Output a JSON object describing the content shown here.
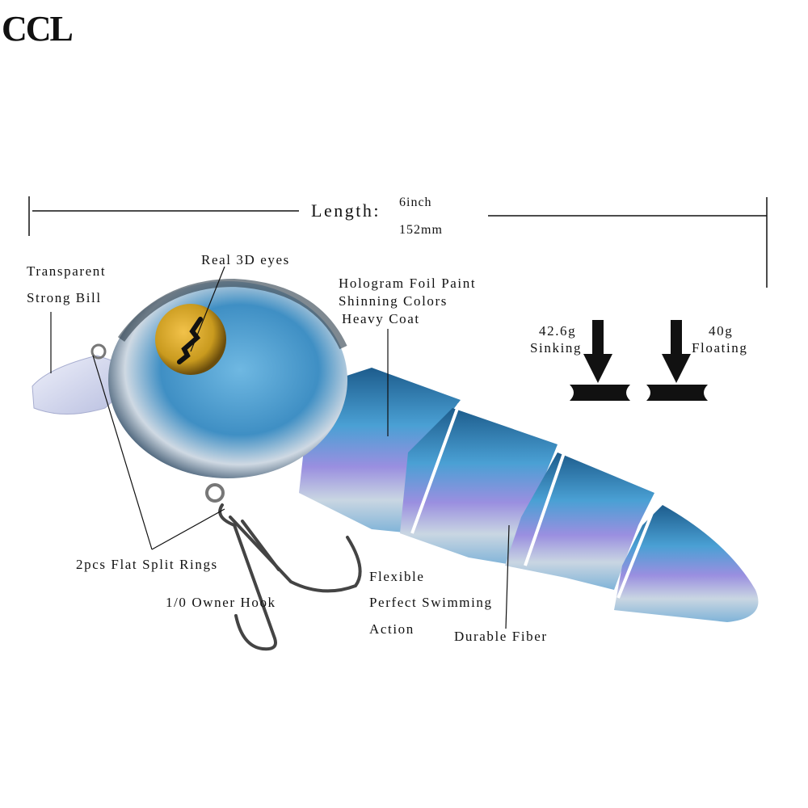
{
  "brand": {
    "logo_text": "CCL"
  },
  "dimensions": {
    "length_label": "Length:",
    "length_inch": "6inch",
    "length_mm": "152mm"
  },
  "weights": [
    {
      "value": "42.6g",
      "type": "Sinking"
    },
    {
      "value": "40g",
      "type": "Floating"
    }
  ],
  "callouts": {
    "bill_line1": "Transparent",
    "bill_line2": "Strong Bill",
    "eyes": "Real 3D eyes",
    "paint_line1": "Hologram Foil Paint",
    "paint_line2": "Shinning Colors",
    "paint_line3": "Heavy Coat",
    "split_rings": "2pcs Flat Split Rings",
    "hook": "1/0 Owner Hook",
    "swim_line1": "Flexible",
    "swim_line2": "Perfect Swimming",
    "swim_line3": "Action",
    "fiber": "Durable Fiber"
  },
  "colors": {
    "body_blue": "#3f8fc4",
    "body_silver": "#c9d6e2",
    "eye_gold": "#c99a1e",
    "text": "#111111"
  }
}
